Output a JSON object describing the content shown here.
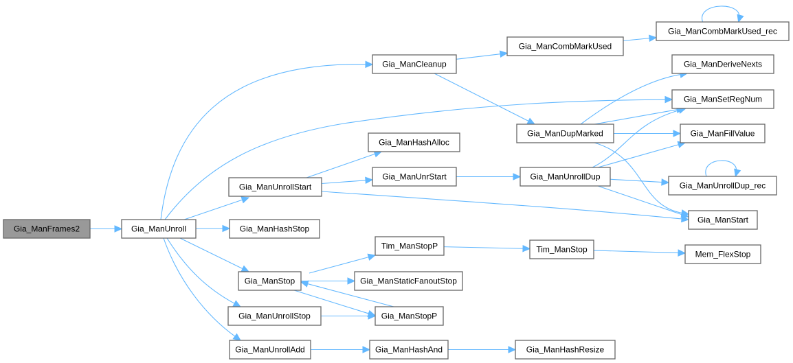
{
  "title": "Gia_ManFrames2 call graph",
  "colors": {
    "edge": "#63b8ff",
    "node_border": "#666666",
    "root_fill": "#999999",
    "node_fill": "#ffffff"
  },
  "nodes": [
    {
      "id": "frames2",
      "label": "Gia_ManFrames2",
      "root": true
    },
    {
      "id": "unroll",
      "label": "Gia_ManUnroll"
    },
    {
      "id": "cleanup",
      "label": "Gia_ManCleanup"
    },
    {
      "id": "combmarkused",
      "label": "Gia_ManCombMarkUsed"
    },
    {
      "id": "combmarkused_rec",
      "label": "Gia_ManCombMarkUsed_rec"
    },
    {
      "id": "derivenexts",
      "label": "Gia_ManDeriveNexts"
    },
    {
      "id": "setregnum",
      "label": "Gia_ManSetRegNum"
    },
    {
      "id": "dupmarked",
      "label": "Gia_ManDupMarked"
    },
    {
      "id": "fillvalue",
      "label": "Gia_ManFillValue"
    },
    {
      "id": "hashalloc",
      "label": "Gia_ManHashAlloc"
    },
    {
      "id": "unrollstart",
      "label": "Gia_ManUnrollStart"
    },
    {
      "id": "unrstart",
      "label": "Gia_ManUnrStart"
    },
    {
      "id": "unrolldup",
      "label": "Gia_ManUnrollDup"
    },
    {
      "id": "unrolldup_rec",
      "label": "Gia_ManUnrollDup_rec"
    },
    {
      "id": "start",
      "label": "Gia_ManStart"
    },
    {
      "id": "hashstop",
      "label": "Gia_ManHashStop"
    },
    {
      "id": "timstopp",
      "label": "Tim_ManStopP"
    },
    {
      "id": "timstop",
      "label": "Tim_ManStop"
    },
    {
      "id": "memflexstop",
      "label": "Mem_FlexStop"
    },
    {
      "id": "stop",
      "label": "Gia_ManStop"
    },
    {
      "id": "staticfanoutstop",
      "label": "Gia_ManStaticFanoutStop"
    },
    {
      "id": "unrollstop",
      "label": "Gia_ManUnrollStop"
    },
    {
      "id": "stopp",
      "label": "Gia_ManStopP"
    },
    {
      "id": "unrolladd",
      "label": "Gia_ManUnrollAdd"
    },
    {
      "id": "hashand",
      "label": "Gia_ManHashAnd"
    },
    {
      "id": "hashresize",
      "label": "Gia_ManHashResize"
    }
  ],
  "edges": [
    {
      "from": "frames2",
      "to": "unroll"
    },
    {
      "from": "unroll",
      "to": "cleanup"
    },
    {
      "from": "unroll",
      "to": "setregnum"
    },
    {
      "from": "unroll",
      "to": "unrollstart"
    },
    {
      "from": "unroll",
      "to": "hashstop"
    },
    {
      "from": "unroll",
      "to": "stop"
    },
    {
      "from": "unroll",
      "to": "unrollstop"
    },
    {
      "from": "unroll",
      "to": "unrolladd"
    },
    {
      "from": "cleanup",
      "to": "combmarkused"
    },
    {
      "from": "cleanup",
      "to": "dupmarked"
    },
    {
      "from": "combmarkused",
      "to": "combmarkused_rec"
    },
    {
      "from": "combmarkused_rec",
      "to": "combmarkused_rec"
    },
    {
      "from": "dupmarked",
      "to": "derivenexts"
    },
    {
      "from": "dupmarked",
      "to": "setregnum"
    },
    {
      "from": "dupmarked",
      "to": "fillvalue"
    },
    {
      "from": "dupmarked",
      "to": "start"
    },
    {
      "from": "unrollstart",
      "to": "hashalloc"
    },
    {
      "from": "unrollstart",
      "to": "unrstart"
    },
    {
      "from": "unrollstart",
      "to": "start"
    },
    {
      "from": "unrstart",
      "to": "unrolldup"
    },
    {
      "from": "unrolldup",
      "to": "setregnum"
    },
    {
      "from": "unrolldup",
      "to": "fillvalue"
    },
    {
      "from": "unrolldup",
      "to": "unrolldup_rec"
    },
    {
      "from": "unrolldup",
      "to": "start"
    },
    {
      "from": "unrolldup_rec",
      "to": "unrolldup_rec"
    },
    {
      "from": "stop",
      "to": "timstopp"
    },
    {
      "from": "stop",
      "to": "staticfanoutstop"
    },
    {
      "from": "stop",
      "to": "stopp"
    },
    {
      "from": "stopp",
      "to": "stop"
    },
    {
      "from": "unrollstop",
      "to": "stopp"
    },
    {
      "from": "timstopp",
      "to": "timstop"
    },
    {
      "from": "timstop",
      "to": "memflexstop"
    },
    {
      "from": "unrolladd",
      "to": "hashand"
    },
    {
      "from": "hashand",
      "to": "hashresize"
    }
  ]
}
